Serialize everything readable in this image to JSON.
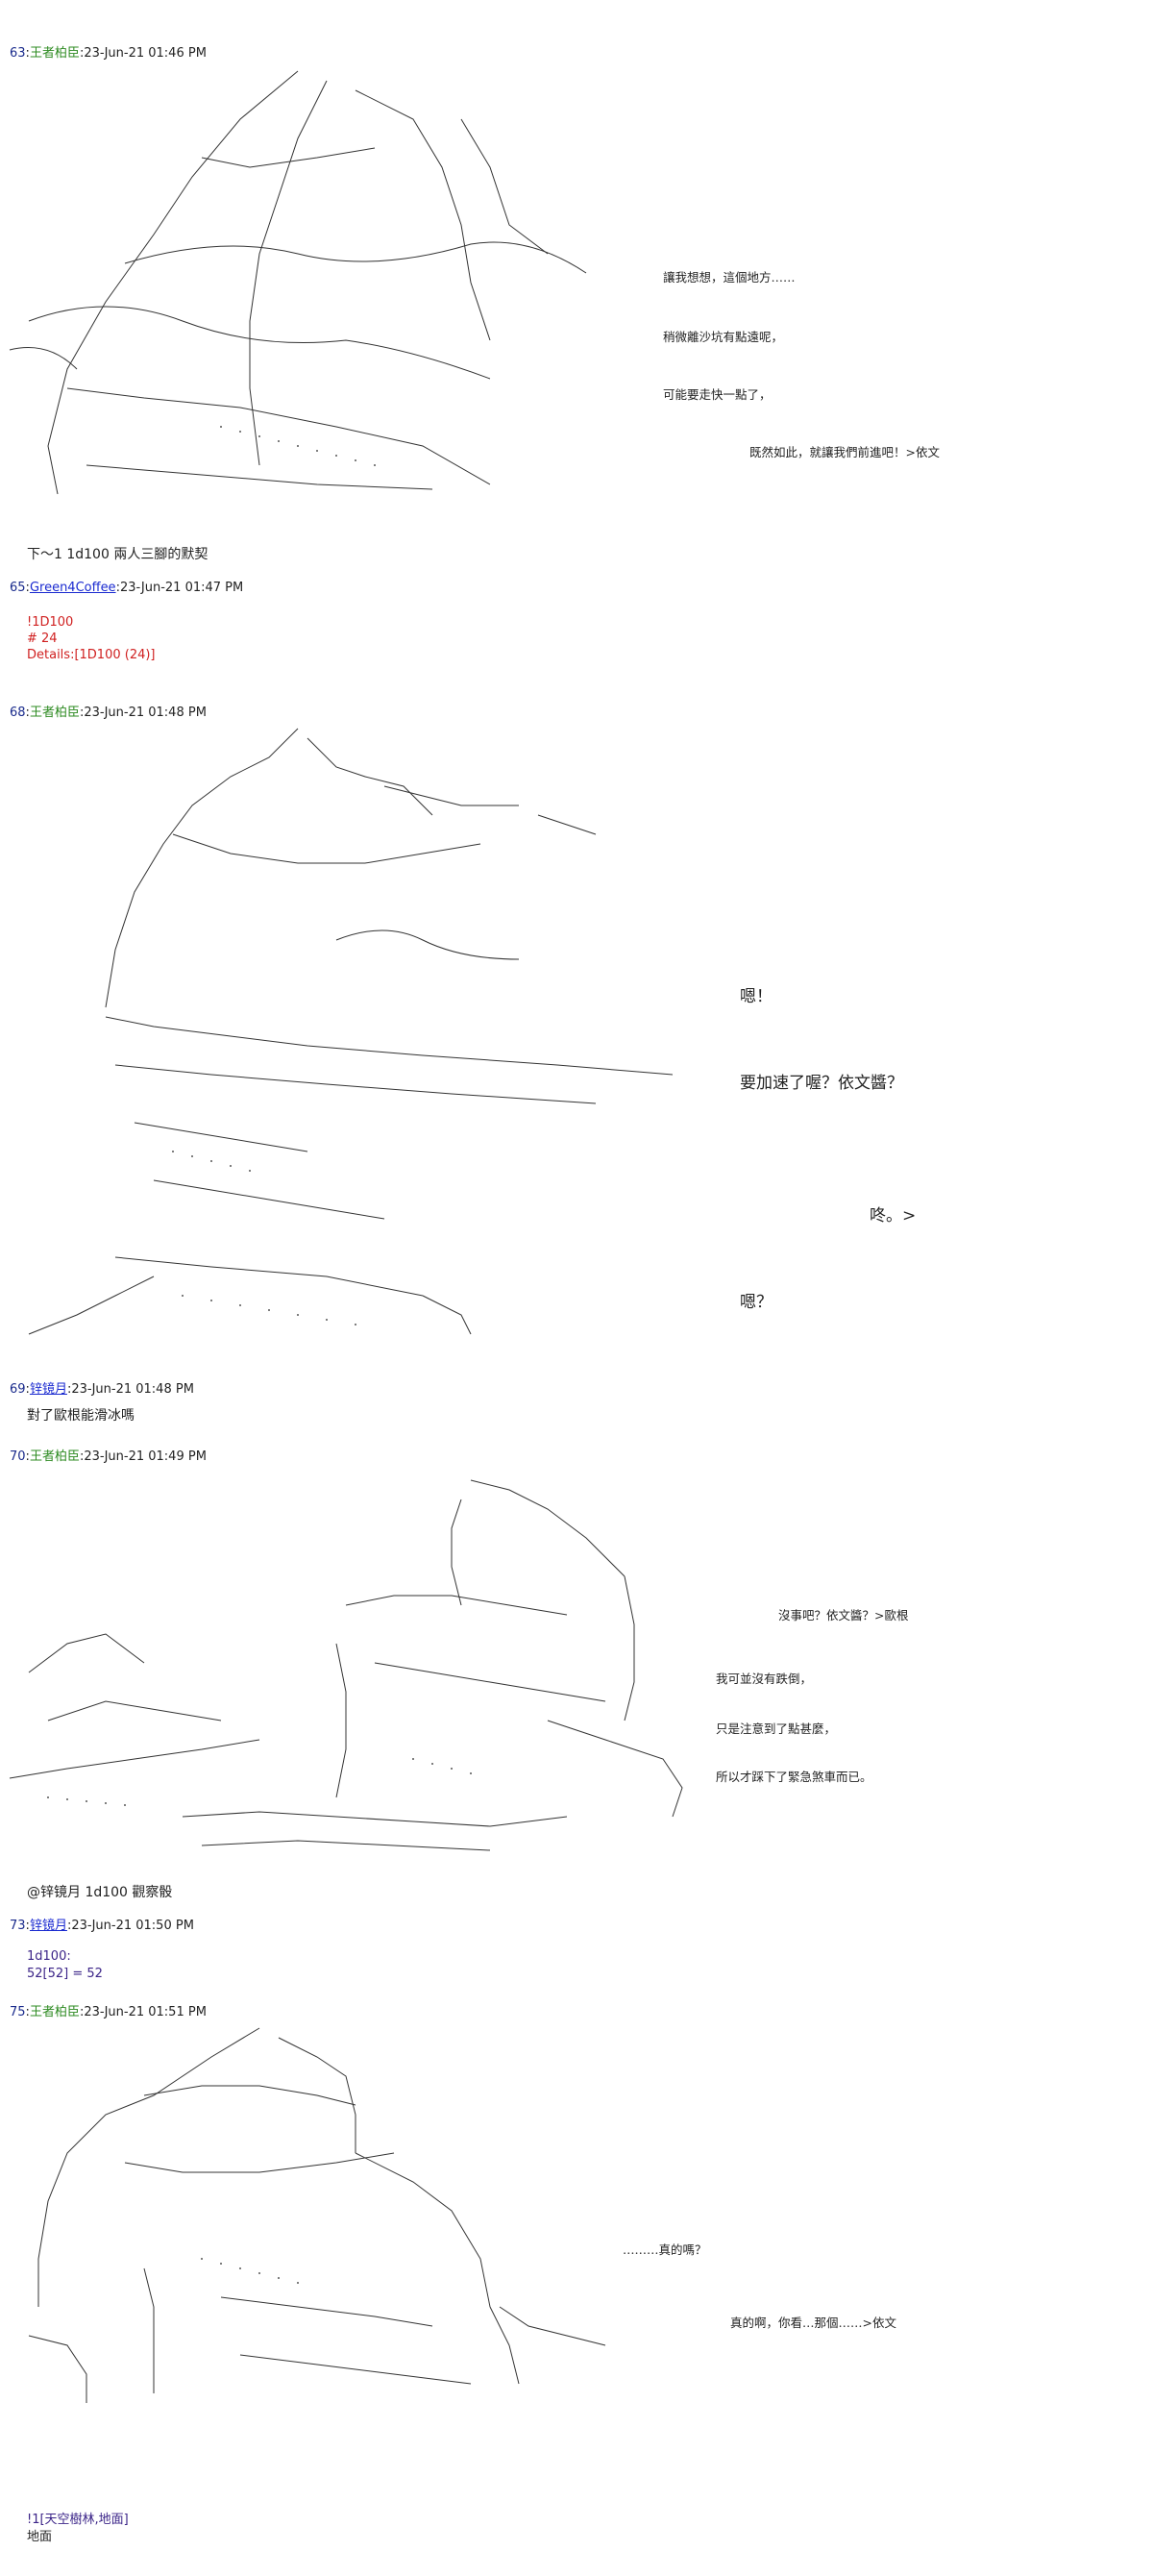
{
  "posts": [
    {
      "num": "63",
      "name": "王者柏臣",
      "time": "23-Jun-21 01:46 PM",
      "side": [
        "讓我想想，這個地方……",
        "稍微離沙坑有點遠呢，",
        "可能要走快一點了，",
        "既然如此，就讓我們前進吧！>依文"
      ],
      "footer": "下～1 1d100 兩人三腳的默契"
    },
    {
      "num": "65",
      "name": "Green4Coffee",
      "time": "23-Jun-21 01:47 PM",
      "dice": [
        "!1D100",
        "# 24",
        "Details:[1D100 (24)]"
      ]
    },
    {
      "num": "68",
      "name": "王者柏臣",
      "time": "23-Jun-21 01:48 PM",
      "side": [
        "嗯！",
        "要加速了喔？依文醬？",
        "咚。>",
        "嗯？"
      ]
    },
    {
      "num": "69",
      "name": "锌镜月",
      "time": "23-Jun-21 01:48 PM",
      "body": "對了歐根能滑冰嗎"
    },
    {
      "num": "70",
      "name": "王者柏臣",
      "time": "23-Jun-21 01:49 PM",
      "side": [
        "沒事吧？依文醬？>歐根",
        "我可並沒有跌倒，",
        "只是注意到了點甚麼，",
        "所以才踩下了緊急煞車而已。"
      ],
      "footer": "@锌镜月 1d100 觀察骰"
    },
    {
      "num": "73",
      "name": "锌镜月",
      "time": "23-Jun-21 01:50 PM",
      "dice": [
        "1d100:",
        "52[52] = 52"
      ]
    },
    {
      "num": "75",
      "name": "王者柏臣",
      "time": "23-Jun-21 01:51 PM",
      "side": [
        "………真的嗎？",
        "真的啊，你看…那個……>依文"
      ],
      "dice": [
        "!1[天空樹林,地面]",
        "地面"
      ]
    }
  ]
}
